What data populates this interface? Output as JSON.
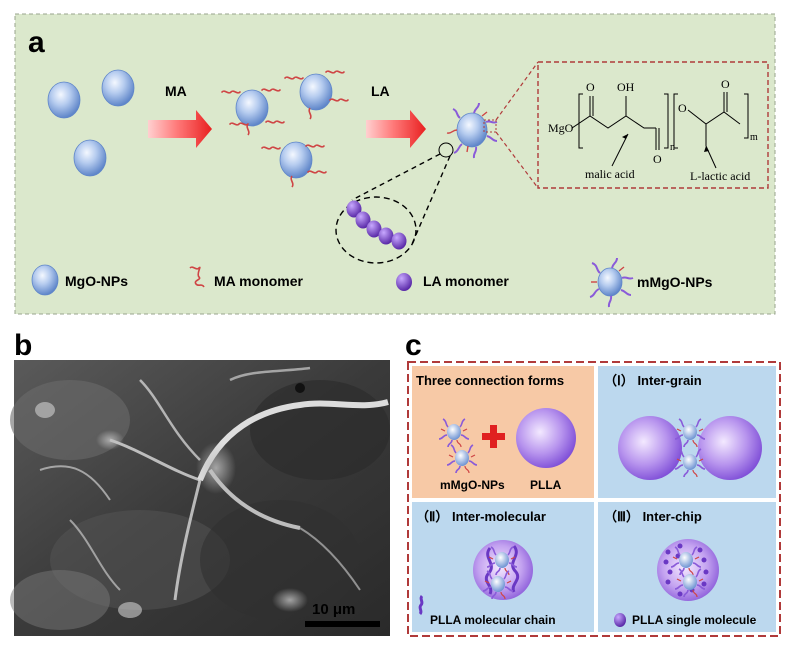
{
  "panel_a": {
    "letter": "a",
    "arrow1_label": "MA",
    "arrow2_label": "LA",
    "formula": {
      "mgo": "MgO",
      "carbonyl_o": "O",
      "hydroxyl": "OH",
      "ester_o": "O",
      "n": "n",
      "m": "m",
      "malic_label": "malic acid",
      "lactic_label": "L-lactic acid"
    },
    "legend": [
      {
        "label": "MgO-NPs"
      },
      {
        "label": "MA monomer"
      },
      {
        "label": "LA monomer"
      },
      {
        "label": "mMgO-NPs"
      }
    ]
  },
  "panel_b": {
    "letter": "b",
    "scale_label": "10 μm"
  },
  "panel_c": {
    "letter": "c",
    "tl_title": "Three connection forms",
    "tl_label_left": "mMgO-NPs",
    "tl_label_right": "PLLA",
    "tr_title": "（Ⅰ） Inter-grain",
    "bl_title": "（Ⅱ） Inter-molecular",
    "br_title": "（Ⅲ） Inter-chip",
    "bl_caption": "PLLA molecular chain",
    "br_caption": "PLLA single molecule"
  },
  "colors": {
    "panel_a_bg": "#dbe8cc",
    "dashed_red": "#b03a3a",
    "arrow_red": "#f03c3c",
    "nanoparticle_blue": "#7aa0dc",
    "purple": "#7a4cd0",
    "peach": "#f7c9a6",
    "light_blue": "#bcd8ee"
  }
}
